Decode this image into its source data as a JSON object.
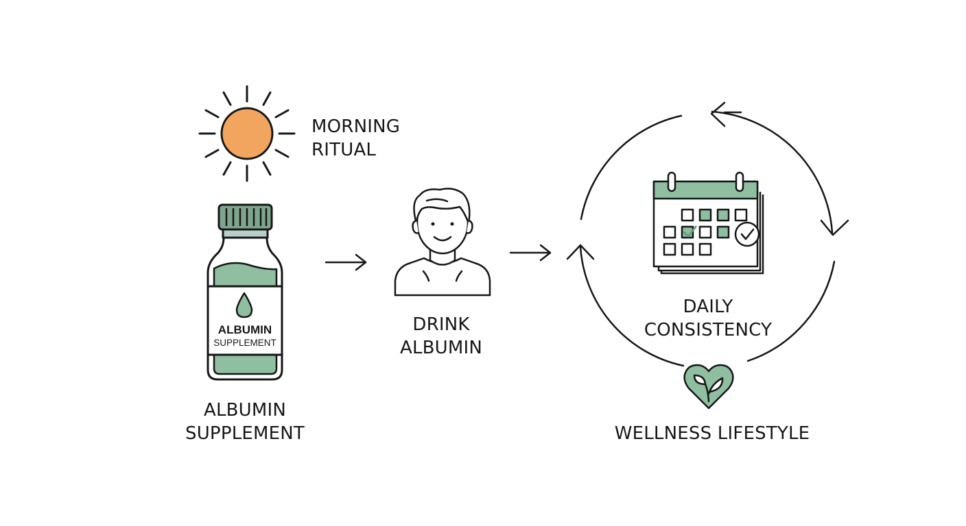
{
  "labels": {
    "morning_ritual": [
      "MORNING",
      "RITUAL"
    ],
    "bottle_label": [
      "ALBUMIN",
      "SUPPLEMENT"
    ],
    "albumin_supplement": [
      "ALBUMIN",
      "SUPPLEMENT"
    ],
    "drink_albumin": [
      "DRINK",
      "ALBUMIN"
    ],
    "daily_consistency": [
      "DAILY",
      "CONSISTENCY"
    ],
    "wellness_lifestyle": "WELLNESS LIFESTYLE"
  },
  "colors": {
    "line": "#161616",
    "sun": "#F2A55E",
    "green": "#8FBFA0",
    "green_dark": "#6E9A80",
    "cap": "#7FA58E",
    "neck": "#B8CFC9",
    "background": "#FFFFFF"
  },
  "icons": {
    "sun": "sun-icon",
    "bottle": "supplement-bottle-icon",
    "droplet": "droplet-icon",
    "person": "person-icon",
    "calendar": "calendar-icon",
    "heart": "heart-leaf-icon",
    "check": "check-icon",
    "arrow": "arrow-right-icon",
    "cycle": "cycle-arrows-icon"
  }
}
